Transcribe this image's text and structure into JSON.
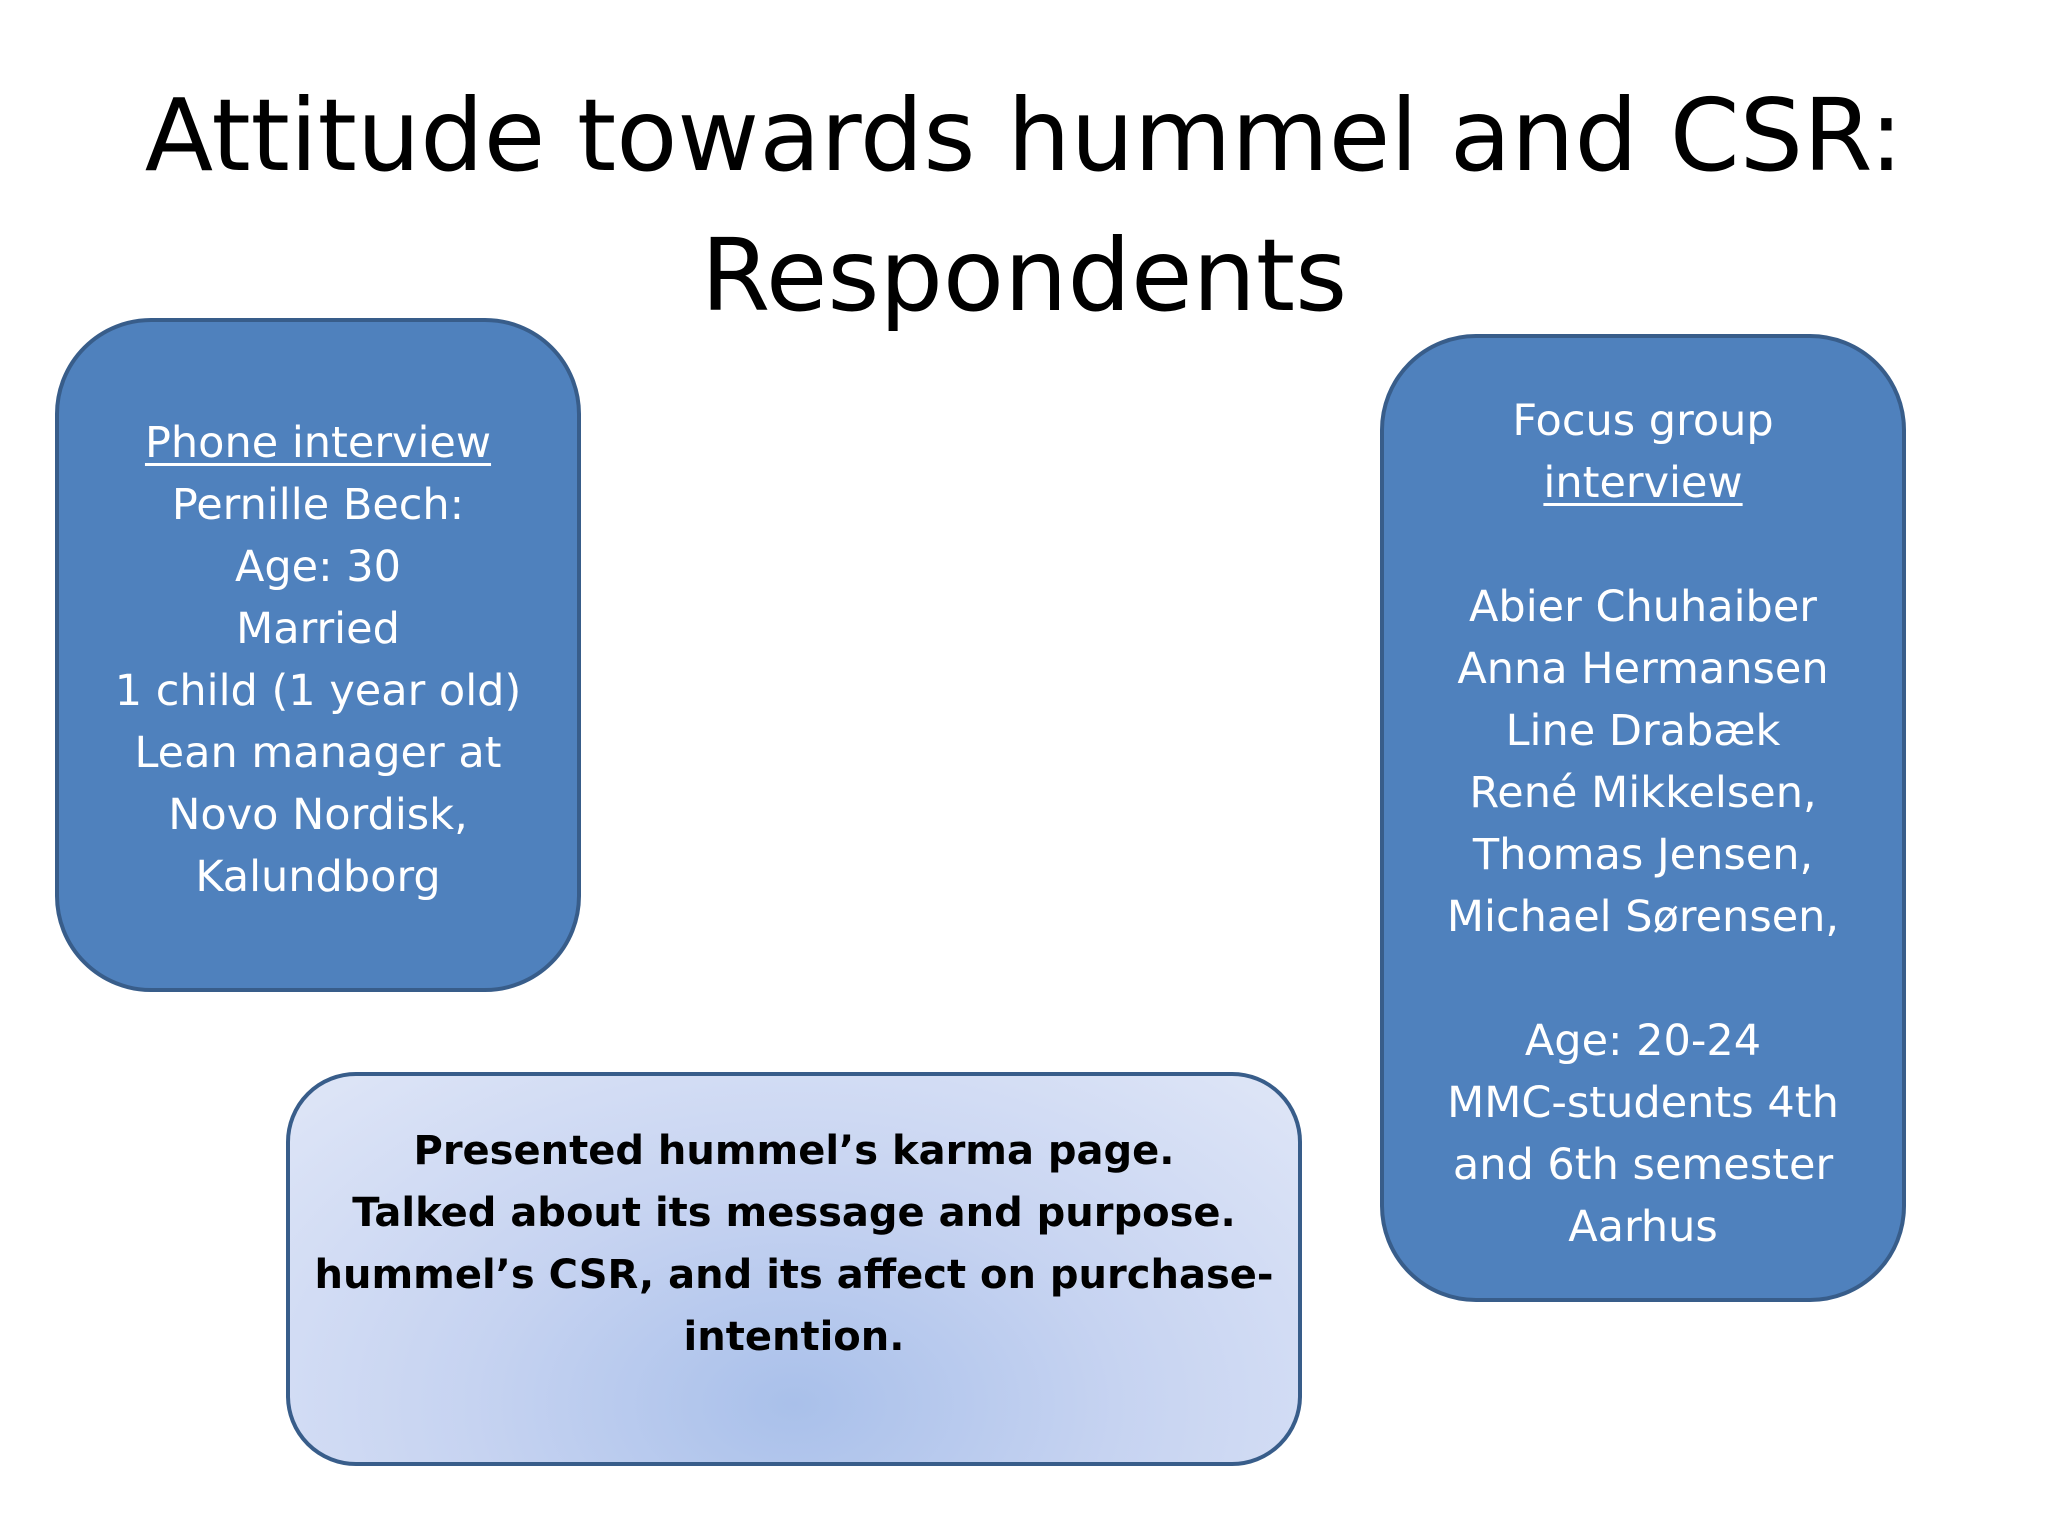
{
  "slide": {
    "title_line1": "Attitude towards hummel and CSR:",
    "title_line2": "Respondents"
  },
  "phone_box": {
    "heading": "Phone interview",
    "name": "Pernille Bech:",
    "age": "Age: 30",
    "status": "Married",
    "children": "1 child (1 year old)",
    "job_line1": "Lean manager at",
    "job_line2": "Novo Nordisk,",
    "job_line3": "Kalundborg"
  },
  "focus_box": {
    "heading_line1": "Focus group",
    "heading_line2": "interview",
    "participants": [
      "Abier Chuhaiber",
      "Anna Hermansen",
      "Line Drabæk",
      "René Mikkelsen,",
      "Thomas Jensen,",
      "Michael Sørensen,"
    ],
    "age": "Age: 20-24",
    "study_line1": "MMC-students 4th",
    "study_line2": "and 6th semester",
    "location": "Aarhus"
  },
  "summary_box": {
    "line1": "Presented hummel’s karma page.",
    "line2": "Talked about its message and purpose.",
    "line3": "hummel’s  CSR, and its affect on purchase-",
    "line4": "intention."
  },
  "colors": {
    "box_fill": "#4f81bd",
    "box_border": "#385d8a",
    "summary_gradient_center": "#a9c0ea",
    "summary_gradient_edge": "#dfe6f7"
  }
}
